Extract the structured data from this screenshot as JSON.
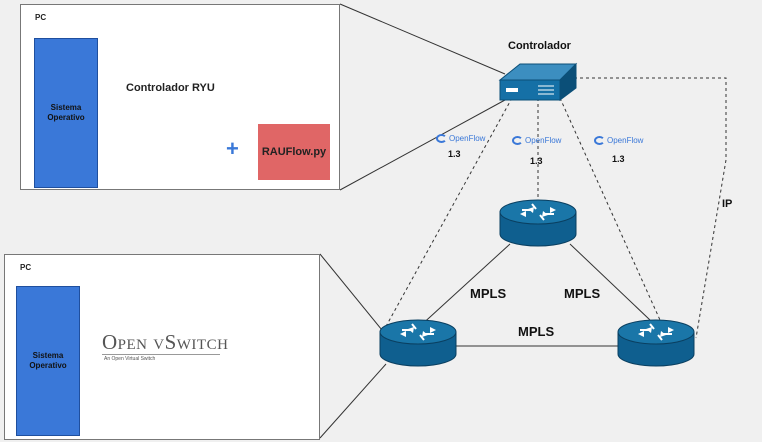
{
  "pc_top": {
    "title": "PC",
    "os_label": "Sistema\nOperativo",
    "ryu_label": "Controlador RYU",
    "plus": "+",
    "module_label": "RAUFlow.py"
  },
  "pc_bottom": {
    "title": "PC",
    "os_label": "Sistema\nOperativo",
    "ovs_title": "Open vSwitch",
    "ovs_subtitle": "An Open Virtual Switch"
  },
  "controller_label": "Controlador",
  "openflow": [
    {
      "brand": "OpenFlow",
      "version": "1.3"
    },
    {
      "brand": "OpenFlow",
      "version": "1.3"
    },
    {
      "brand": "OpenFlow",
      "version": "1.3"
    }
  ],
  "links": {
    "mpls_left": "MPLS",
    "mpls_right": "MPLS",
    "mpls_bottom": "MPLS",
    "ip": "IP"
  },
  "colors": {
    "router": "#0f5f8f",
    "router_top": "#1a76a8",
    "os_block": "#3a78d8",
    "module": "#e06666",
    "dragon": "#6fae3a"
  }
}
